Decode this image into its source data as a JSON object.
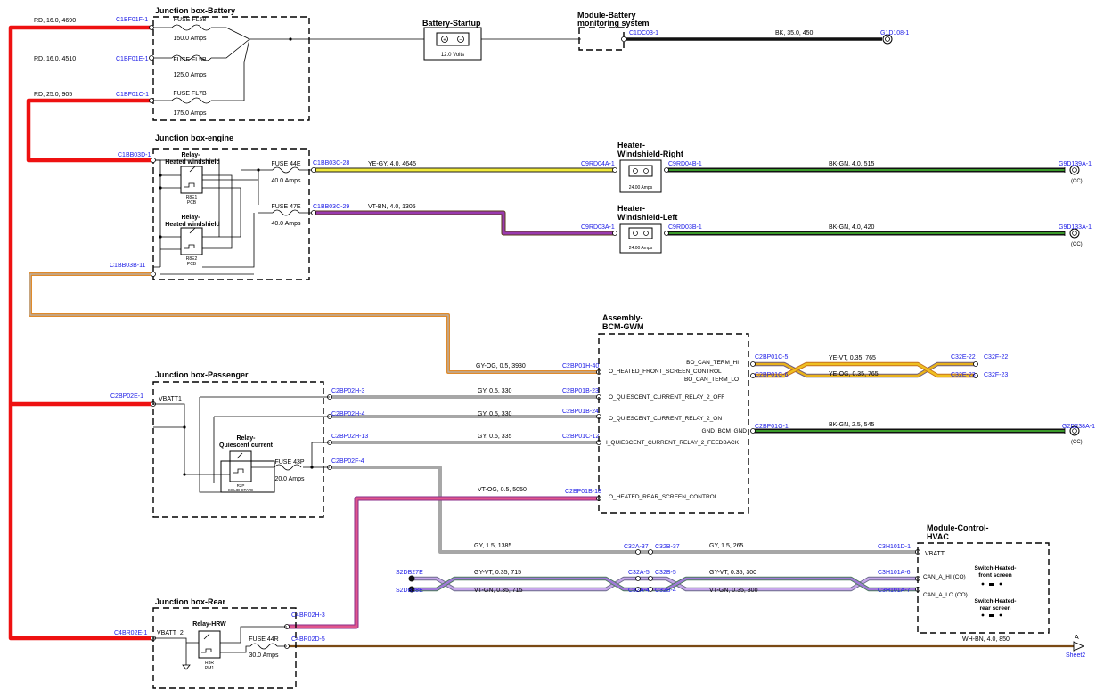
{
  "boxes": {
    "jb_battery": "Junction box-Battery",
    "jb_engine": "Junction box-engine",
    "jb_passenger": "Junction box-Passenger",
    "jb_rear": "Junction box-Rear",
    "battery_startup": "Battery-Startup",
    "module_battery": "Module-Battery monitoring system",
    "module_battery_l1": "Module-Battery",
    "module_battery_l2": "monitoring system",
    "heater_right_l1": "Heater-",
    "heater_right_l2": "Windshield-Right",
    "heater_left_l1": "Heater-",
    "heater_left_l2": "Windshield-Left",
    "bcm_l1": "Assembly-",
    "bcm_l2": "BCM-GWM",
    "hvac_l1": "Module-Control-",
    "hvac_l2": "HVAC"
  },
  "battery": {
    "volts": "12.0 Volts"
  },
  "heater_rating": "24.00 Amps",
  "fuses": {
    "fl58": {
      "name": "FUSE FL58",
      "rating": "150.0 Amps"
    },
    "fl5b": {
      "name": "FUSE FL5B",
      "rating": "125.0 Amps"
    },
    "fl7b": {
      "name": "FUSE FL7B",
      "rating": "175.0 Amps"
    },
    "f44e": {
      "name": "FUSE 44E",
      "rating": "40.0 Amps"
    },
    "f47e": {
      "name": "FUSE 47E",
      "rating": "40.0 Amps"
    },
    "f43p": {
      "name": "FUSE 43P",
      "rating": "20.0 Amps"
    },
    "f44r": {
      "name": "FUSE 44R",
      "rating": "30.0 Amps"
    }
  },
  "relays": {
    "heated_ws_1_l1": "Relay-",
    "heated_ws_1_l2": "Heated windshield",
    "heated_ws_1_id": "R8E1",
    "heated_ws_1_pcb": "PCB",
    "heated_ws_2_l1": "Relay-",
    "heated_ws_2_l2": "Heated windshield",
    "heated_ws_2_id": "R8E2",
    "heated_ws_2_pcb": "PCB",
    "qc_l1": "Relay-",
    "qc_l2": "Quiescent current",
    "qc_id": "R2P",
    "qc_pcb": "SOLID STATE",
    "hrw_l1": "Relay-HRW",
    "hrw_id": "R8R",
    "hrw_pcb": "PM1"
  },
  "wires": {
    "rd1": "RD, 16.0, 4690",
    "rd2": "RD, 16.0, 4510",
    "rd3": "RD, 25.0, 905",
    "bk_battery": "BK, 35.0, 450",
    "yegy": "YE-GY, 4.0, 4645",
    "vtbn": "VT-BN, 4.0, 1305",
    "bkgn_r": "BK-GN, 4.0, 515",
    "bkgn_l": "BK-GN, 4.0, 420",
    "gyog": "GY-OG, 0.5, 3930",
    "gy_off": "GY, 0.5, 330",
    "gy_on": "GY, 0.5, 330",
    "gy_fb": "GY, 0.5, 335",
    "vtog": "VT-OG, 0.5, 5050",
    "yevt": "YE-VT, 0.35, 765",
    "yeog": "YE-OG, 0.35, 765",
    "bkgn_bcm": "BK-GN, 2.5, 545",
    "gy_1385": "GY, 1.5, 1385",
    "gy_265": "GY, 1.5, 265",
    "gyvt_715": "GY-VT, 0.35, 715",
    "vtgn_715": "VT-GN, 0.35, 715",
    "gyvt_300": "GY-VT, 0.35, 300",
    "vtgn_300": "VT-GN, 0.35, 300",
    "whbn": "WH-BN, 4.0, 850"
  },
  "connectors": {
    "c1bf01f1": "C1BF01F-1",
    "c1bf01e1": "C1BF01E-1",
    "c1bf01c1": "C1BF01C-1",
    "c1dc031": "C1DC03-1",
    "g1d1081": "G1D108-1",
    "c1bb03d1": "C1BB03D-1",
    "c1bb03c28": "C1BB03C-28",
    "c1bb03c29": "C1BB03C-29",
    "c1bb03b11": "C1BB03B-11",
    "c9rd04a1": "C9RD04A-1",
    "c9rd04b1": "C9RD04B-1",
    "c9rd03a1": "C9RD03A-1",
    "c9rd03b1": "C9RD03B-1",
    "g9d139a1": "G9D139A-1",
    "g9d133a1": "G9D133A-1",
    "c2bp01h40": "C2BP01H-40",
    "c2bp01b23": "C2BP01B-23",
    "c2bp01b24": "C2BP01B-24",
    "c2bp01c12": "C2BP01C-12",
    "c2bp01b18": "C2BP01B-18",
    "c2bp01c5": "C2BP01C-5",
    "c2bp01c6": "C2BP01C-6",
    "c2bp01g1": "C2BP01G-1",
    "c32e22": "C32E-22",
    "c32f22": "C32F-22",
    "c32e23": "C32E-23",
    "c32f23": "C32F-23",
    "g2d238a1": "G2D238A-1",
    "c2bp02e1": "C2BP02E-1",
    "c2bp02h3": "C2BP02H-3",
    "c2bp02h4": "C2BP02H-4",
    "c2bp02h13": "C2BP02H-13",
    "c2bp02f4": "C2BP02F-4",
    "c32a37": "C32A-37",
    "c32b37": "C32B-37",
    "c3h101d1": "C3H101D-1",
    "s2db27e": "S2DB27E",
    "s2db28e": "S2DB28E",
    "c32a5": "C32A-5",
    "c32b5": "C32B-5",
    "c32a4": "C32A-4",
    "c32b4": "C32B-4",
    "c3h101a6": "C3H101A-6",
    "c3h101a7": "C3H101A-7",
    "c4br02h3": "C4BR02H-3",
    "c4br02e1": "C4BR02E-1",
    "c4br02d5": "C4BR02D-5",
    "sheet_a": "A",
    "sheet2": "Sheet2",
    "cc": "(CC)"
  },
  "signals": {
    "bo_can_hi": "BO_CAN_TERM_HI",
    "bo_can_lo": "BO_CAN_TERM_LO",
    "o_heated_front": "O_HEATED_FRONT_SCREEN_CONTROL",
    "o_qc_off": "O_QUIESCENT_CURRENT_RELAY_2_OFF",
    "o_qc_on": "O_QUIESCENT_CURRENT_RELAY_2_ON",
    "gnd_bcm": "GND_BCM_GND",
    "i_qc_fb": "I_QUIESCENT_CURRENT_RELAY_2_FEEDBACK",
    "o_heated_rear": "O_HEATED_REAR_SCREEN_CONTROL",
    "vbatt1": "VBATT1",
    "vbatt2": "VBATT_2",
    "vbatt": "VBATT",
    "can_a_hi": "CAN_A_HI (CO)",
    "can_a_lo": "CAN_A_LO (CO)",
    "sw_front_l1": "Switch-Heated-",
    "sw_front_l2": "front screen",
    "sw_rear_l1": "Switch-Heated-",
    "sw_rear_l2": "rear screen"
  },
  "colors": {
    "red": "#ee1111",
    "yellow": "#f1ea3a",
    "violet": "#8a2ea0",
    "green": "#2e8a1c",
    "orange": "#e08a2a",
    "grey": "#a7a7a7",
    "pink": "#d9407f",
    "brown": "#7a4a14",
    "lavender": "#b898e0",
    "gold": "#e8b21c"
  }
}
